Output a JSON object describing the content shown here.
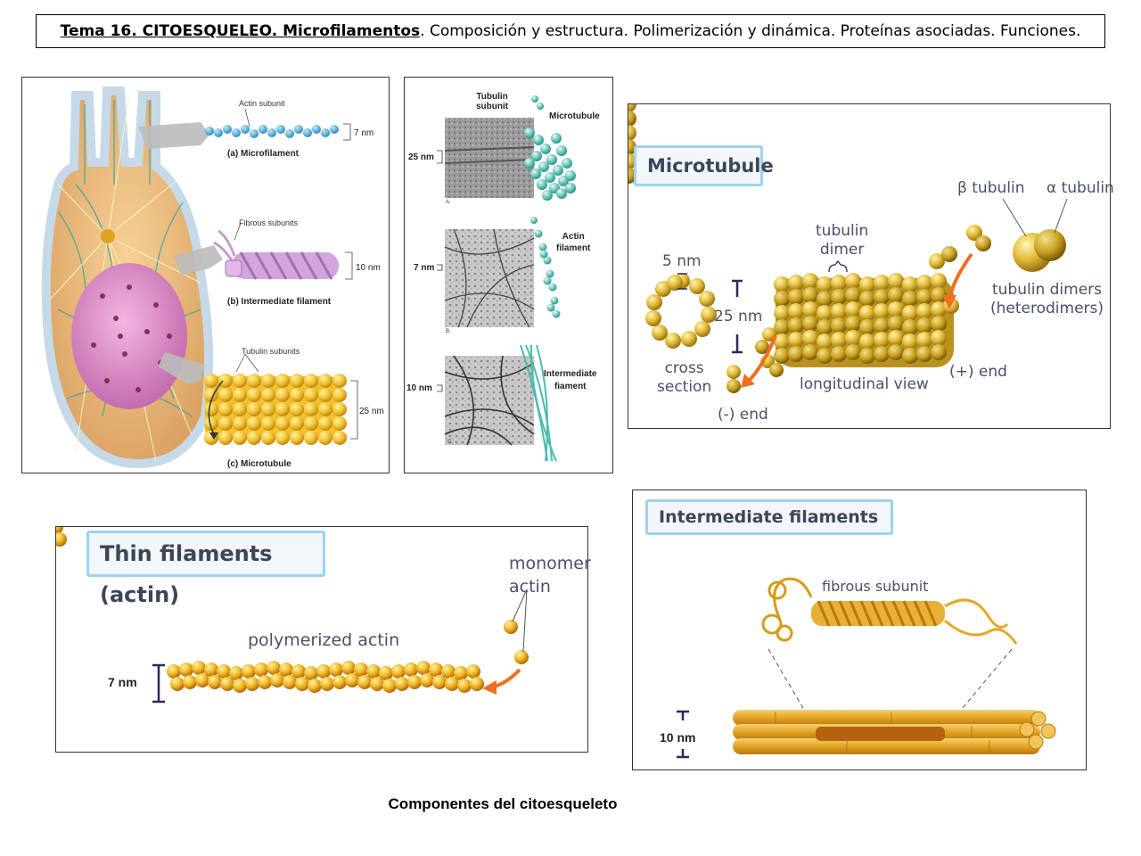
{
  "header": {
    "title_bold": "Tema 16. CITOESQUELEO.  Microfilamentos",
    "title_rest": ". Composición y estructura. Polimerización y dinámica. Proteínas asociadas. Funciones."
  },
  "panel_cell": {
    "actin_subunit": "Actin subunit",
    "microfilament_caption": "(a) Microfilament",
    "microfilament_size": "7 nm",
    "fibrous_subunits": "Fibrous subunits",
    "intermediate_caption": "(b) Intermediate filament",
    "intermediate_size": "10 nm",
    "tubulin_subunits": "Tubulin subunits",
    "microtubule_caption": "(c) Microtubule",
    "microtubule_size": "25 nm"
  },
  "panel_em": {
    "tubulin_subunit": "Tubulin\nsubunit",
    "microtubule": "Microtubule",
    "size_a": "25 nm",
    "letter_a": "A.",
    "actin_filament": "Actin\nfilament",
    "size_b": "7 nm",
    "letter_b": "B.",
    "intermediate_fiament": "Intermediate\nfiament",
    "size_c": "10 nm",
    "letter_c": "C."
  },
  "panel_microtubule": {
    "title": "Microtubule",
    "beta_tubulin": "β tubulin",
    "alpha_tubulin": "α tubulin",
    "tubulin_dimer": "tubulin\ndimer",
    "five_nm": "5 nm",
    "twentyfive_nm": "25 nm",
    "cross_section": "cross\nsection",
    "longitudinal_view": "longitudinal view",
    "plus_end": "(+) end",
    "minus_end": "(-) end",
    "tubulin_dimers": "tubulin dimers\n(heterodimers)"
  },
  "panel_actin": {
    "title": "Thin filaments (actin)",
    "monomer_actin": "monomer\nactin",
    "polymerized_actin": "polymerized actin",
    "size": "7 nm"
  },
  "panel_intermediate": {
    "title": "Intermediate filaments",
    "fibrous_subunit": "fibrous subunit",
    "size": "10 nm"
  },
  "footer": {
    "caption": "Componentes del citoesqueleto"
  },
  "colors": {
    "title_border": "#9ed2f2",
    "gold": "#e8b830",
    "orange_arrow": "#f07020",
    "actin_blue": "#4aa6d8",
    "if_purple": "#c89ad2",
    "label_text": "#4a4f6a"
  }
}
